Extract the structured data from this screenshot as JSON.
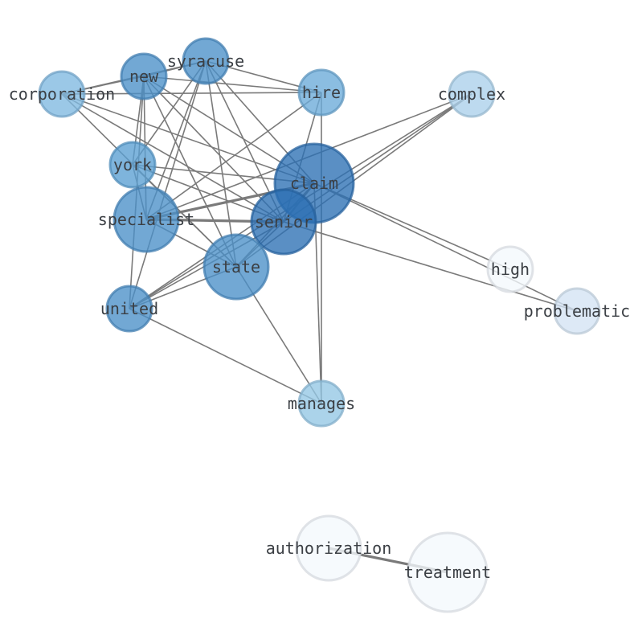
{
  "graph": {
    "nodes": [
      {
        "id": "syracuse",
        "label": "syracuse",
        "color": "#4a8fc8",
        "weight": 0.62
      },
      {
        "id": "new",
        "label": "new",
        "color": "#4a8fc8",
        "weight": 0.62
      },
      {
        "id": "corporation",
        "label": "corporation",
        "color": "#7fb8e0",
        "weight": 0.62
      },
      {
        "id": "hire",
        "label": "hire",
        "color": "#6aaad8",
        "weight": 0.62
      },
      {
        "id": "complex",
        "label": "complex",
        "color": "#aad0ea",
        "weight": 0.62
      },
      {
        "id": "york",
        "label": "york",
        "color": "#5a9fd2",
        "weight": 0.62
      },
      {
        "id": "claim",
        "label": "claim",
        "color": "#2c6fb4",
        "weight": 0.95
      },
      {
        "id": "specialist",
        "label": "specialist",
        "color": "#4a8fc8",
        "weight": 0.82
      },
      {
        "id": "senior",
        "label": "senior",
        "color": "#2c6fb4",
        "weight": 0.82
      },
      {
        "id": "state",
        "label": "state",
        "color": "#4a8fc8",
        "weight": 0.82
      },
      {
        "id": "high",
        "label": "high",
        "color": "#f3f8fd",
        "weight": 0.62
      },
      {
        "id": "problematic",
        "label": "problematic",
        "color": "#d3e3f3",
        "weight": 0.62
      },
      {
        "id": "united",
        "label": "united",
        "color": "#4a8fc8",
        "weight": 0.62
      },
      {
        "id": "manages",
        "label": "manages",
        "color": "#93c6e4",
        "weight": 0.62
      },
      {
        "id": "authorization",
        "label": "authorization",
        "color": "#f3f8fd",
        "weight": 0.62
      },
      {
        "id": "treatment",
        "label": "treatment",
        "color": "#f3f8fd",
        "weight": 0.62
      }
    ],
    "edges": [
      {
        "source": "syracuse",
        "target": "new",
        "weight": 1
      },
      {
        "source": "syracuse",
        "target": "corporation",
        "weight": 1
      },
      {
        "source": "syracuse",
        "target": "hire",
        "weight": 1
      },
      {
        "source": "syracuse",
        "target": "york",
        "weight": 1
      },
      {
        "source": "syracuse",
        "target": "claim",
        "weight": 1
      },
      {
        "source": "syracuse",
        "target": "specialist",
        "weight": 1
      },
      {
        "source": "syracuse",
        "target": "senior",
        "weight": 1
      },
      {
        "source": "syracuse",
        "target": "state",
        "weight": 1
      },
      {
        "source": "syracuse",
        "target": "united",
        "weight": 1
      },
      {
        "source": "new",
        "target": "hire",
        "weight": 1
      },
      {
        "source": "new",
        "target": "corporation",
        "weight": 1
      },
      {
        "source": "new",
        "target": "york",
        "weight": 1
      },
      {
        "source": "new",
        "target": "claim",
        "weight": 1
      },
      {
        "source": "new",
        "target": "specialist",
        "weight": 1
      },
      {
        "source": "new",
        "target": "senior",
        "weight": 1
      },
      {
        "source": "new",
        "target": "state",
        "weight": 1
      },
      {
        "source": "new",
        "target": "united",
        "weight": 1
      },
      {
        "source": "corporation",
        "target": "hire",
        "weight": 1
      },
      {
        "source": "corporation",
        "target": "claim",
        "weight": 1
      },
      {
        "source": "corporation",
        "target": "senior",
        "weight": 1
      },
      {
        "source": "corporation",
        "target": "state",
        "weight": 1
      },
      {
        "source": "hire",
        "target": "specialist",
        "weight": 1
      },
      {
        "source": "hire",
        "target": "senior",
        "weight": 1
      },
      {
        "source": "hire",
        "target": "manages",
        "weight": 1
      },
      {
        "source": "complex",
        "target": "specialist",
        "weight": 1
      },
      {
        "source": "complex",
        "target": "senior",
        "weight": 1
      },
      {
        "source": "complex",
        "target": "state",
        "weight": 1
      },
      {
        "source": "complex",
        "target": "united",
        "weight": 1
      },
      {
        "source": "york",
        "target": "claim",
        "weight": 1
      },
      {
        "source": "york",
        "target": "senior",
        "weight": 1
      },
      {
        "source": "york",
        "target": "state",
        "weight": 1
      },
      {
        "source": "york",
        "target": "specialist",
        "weight": 1
      },
      {
        "source": "claim",
        "target": "specialist",
        "weight": 3
      },
      {
        "source": "claim",
        "target": "senior",
        "weight": 2
      },
      {
        "source": "claim",
        "target": "state",
        "weight": 1
      },
      {
        "source": "claim",
        "target": "united",
        "weight": 1
      },
      {
        "source": "claim",
        "target": "high",
        "weight": 1
      },
      {
        "source": "claim",
        "target": "problematic",
        "weight": 1
      },
      {
        "source": "claim",
        "target": "manages",
        "weight": 1
      },
      {
        "source": "specialist",
        "target": "senior",
        "weight": 3
      },
      {
        "source": "specialist",
        "target": "state",
        "weight": 1
      },
      {
        "source": "senior",
        "target": "state",
        "weight": 1
      },
      {
        "source": "senior",
        "target": "united",
        "weight": 1
      },
      {
        "source": "senior",
        "target": "problematic",
        "weight": 1
      },
      {
        "source": "state",
        "target": "united",
        "weight": 1
      },
      {
        "source": "state",
        "target": "manages",
        "weight": 1
      },
      {
        "source": "united",
        "target": "manages",
        "weight": 1
      },
      {
        "source": "authorization",
        "target": "treatment",
        "weight": 3
      }
    ]
  }
}
